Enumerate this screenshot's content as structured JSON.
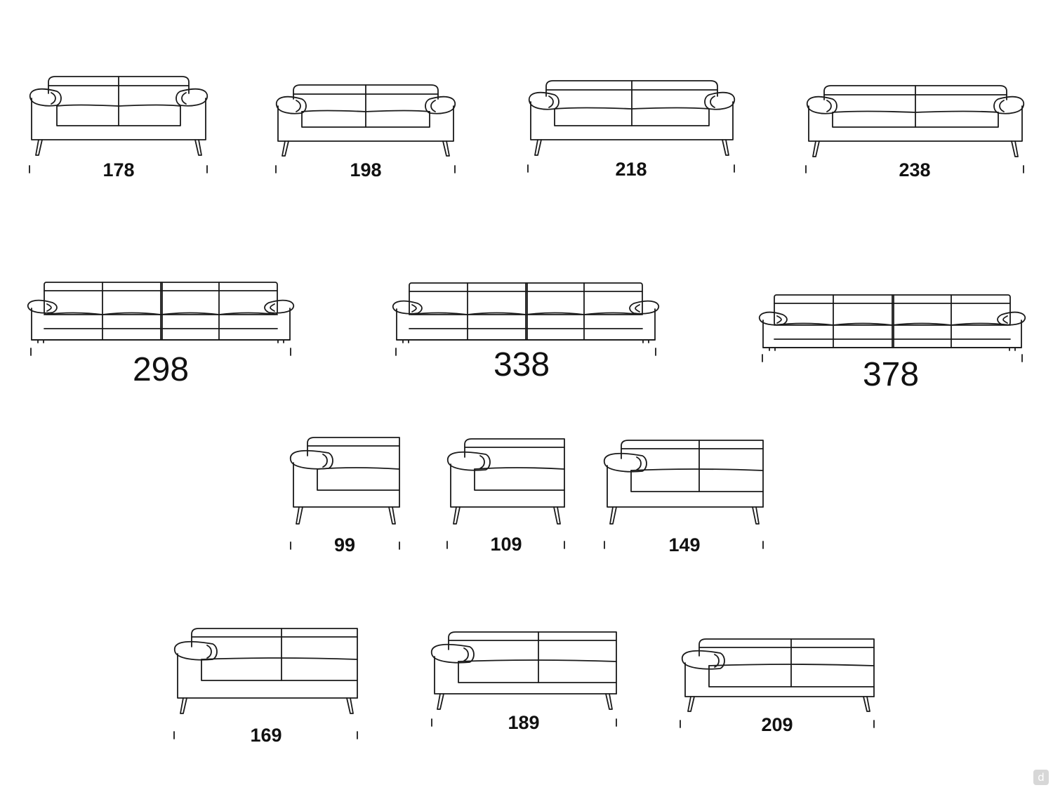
{
  "dimensions": {
    "sofa_178": "178",
    "sofa_198": "198",
    "sofa_218": "218",
    "sofa_238": "238",
    "sofa_298": "298",
    "sofa_338": "338",
    "sofa_378": "378",
    "module_99": "99",
    "module_109": "109",
    "module_149": "149",
    "module_169": "169",
    "module_189": "189",
    "module_209": "209"
  },
  "corner_badge": "d",
  "colors": {
    "line": "#1a1a1a",
    "background": "#ffffff"
  }
}
